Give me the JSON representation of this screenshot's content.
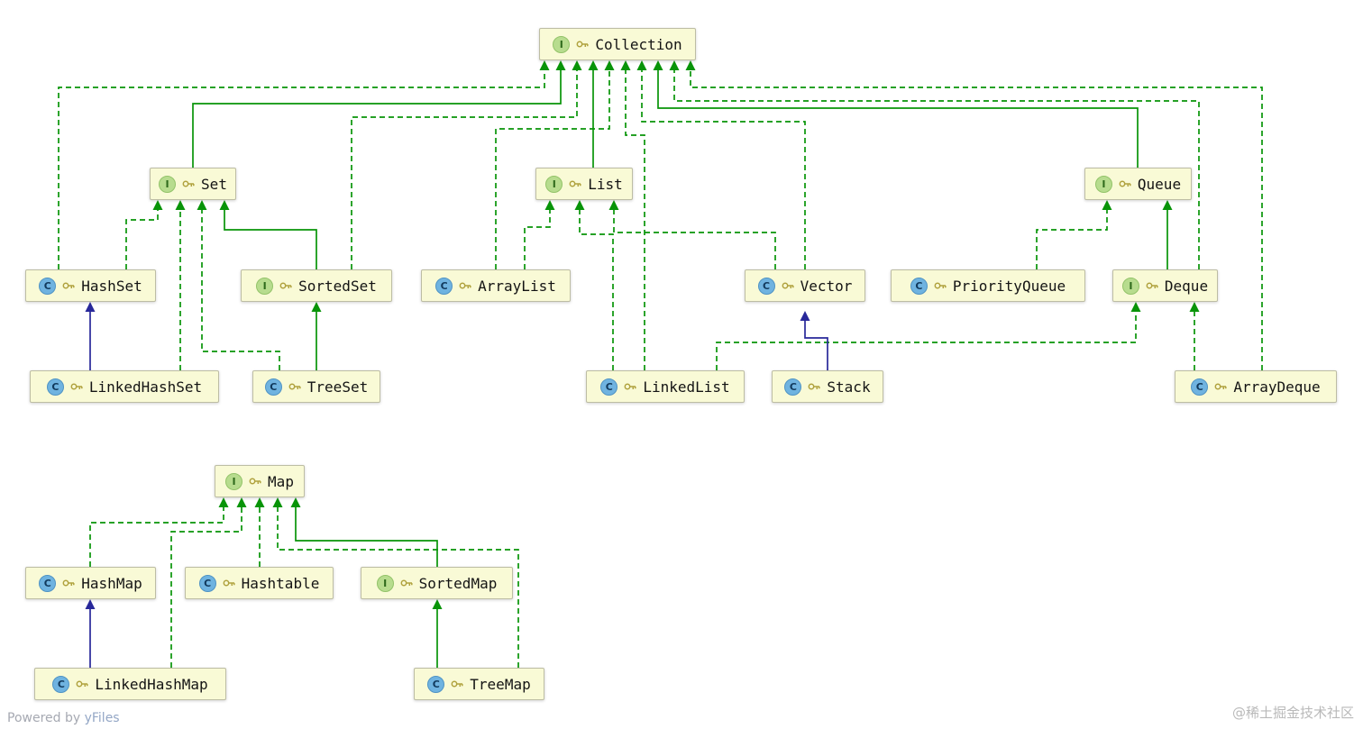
{
  "diagram": {
    "icon_letters": {
      "interface": "I",
      "class": "C"
    },
    "colors": {
      "edge_green": "#089408",
      "edge_blue": "#28289a",
      "node_bg": "#f9fad6",
      "node_border": "#bdbda4",
      "interface_icon_bg": "#b7dc8e",
      "class_icon_bg": "#6fb3e0",
      "key_icon": "#b0a23e"
    },
    "nodes": [
      {
        "id": "collection",
        "label": "Collection",
        "kind": "interface"
      },
      {
        "id": "set",
        "label": "Set",
        "kind": "interface"
      },
      {
        "id": "list",
        "label": "List",
        "kind": "interface"
      },
      {
        "id": "queue",
        "label": "Queue",
        "kind": "interface"
      },
      {
        "id": "hashset",
        "label": "HashSet",
        "kind": "class"
      },
      {
        "id": "sortedset",
        "label": "SortedSet",
        "kind": "interface"
      },
      {
        "id": "arraylist",
        "label": "ArrayList",
        "kind": "class"
      },
      {
        "id": "vector",
        "label": "Vector",
        "kind": "class"
      },
      {
        "id": "priorityqueue",
        "label": "PriorityQueue",
        "kind": "class"
      },
      {
        "id": "deque",
        "label": "Deque",
        "kind": "interface"
      },
      {
        "id": "linkedhashset",
        "label": "LinkedHashSet",
        "kind": "class"
      },
      {
        "id": "treeset",
        "label": "TreeSet",
        "kind": "class"
      },
      {
        "id": "linkedlist",
        "label": "LinkedList",
        "kind": "class"
      },
      {
        "id": "stack",
        "label": "Stack",
        "kind": "class"
      },
      {
        "id": "arraydeque",
        "label": "ArrayDeque",
        "kind": "class"
      },
      {
        "id": "map",
        "label": "Map",
        "kind": "interface"
      },
      {
        "id": "hashmap",
        "label": "HashMap",
        "kind": "class"
      },
      {
        "id": "hashtable",
        "label": "Hashtable",
        "kind": "class"
      },
      {
        "id": "sortedmap",
        "label": "SortedMap",
        "kind": "interface"
      },
      {
        "id": "linkedhashmap",
        "label": "LinkedHashMap",
        "kind": "class"
      },
      {
        "id": "treemap",
        "label": "TreeMap",
        "kind": "class"
      }
    ],
    "edges": [
      {
        "from": "hashset",
        "to": "collection",
        "relation": "implements",
        "line": "dashed-green"
      },
      {
        "from": "set",
        "to": "collection",
        "relation": "extends",
        "line": "solid-green"
      },
      {
        "from": "sortedset",
        "to": "collection",
        "relation": "implements",
        "line": "dashed-green"
      },
      {
        "from": "list",
        "to": "collection",
        "relation": "extends",
        "line": "solid-green"
      },
      {
        "from": "arraylist",
        "to": "collection",
        "relation": "implements",
        "line": "dashed-green"
      },
      {
        "from": "linkedlist",
        "to": "collection",
        "relation": "implements",
        "line": "dashed-green"
      },
      {
        "from": "vector",
        "to": "collection",
        "relation": "implements",
        "line": "dashed-green"
      },
      {
        "from": "queue",
        "to": "collection",
        "relation": "extends",
        "line": "solid-green"
      },
      {
        "from": "deque",
        "to": "collection",
        "relation": "implements",
        "line": "dashed-green"
      },
      {
        "from": "arraydeque",
        "to": "collection",
        "relation": "implements",
        "line": "dashed-green"
      },
      {
        "from": "hashset",
        "to": "set",
        "relation": "implements",
        "line": "dashed-green"
      },
      {
        "from": "linkedhashset",
        "to": "set",
        "relation": "implements",
        "line": "dashed-green"
      },
      {
        "from": "treeset",
        "to": "set",
        "relation": "implements",
        "line": "dashed-green"
      },
      {
        "from": "sortedset",
        "to": "set",
        "relation": "extends",
        "line": "solid-green"
      },
      {
        "from": "linkedhashset",
        "to": "hashset",
        "relation": "extends",
        "line": "solid-blue"
      },
      {
        "from": "treeset",
        "to": "sortedset",
        "relation": "implements",
        "line": "solid-green"
      },
      {
        "from": "arraylist",
        "to": "list",
        "relation": "implements",
        "line": "dashed-green"
      },
      {
        "from": "linkedlist",
        "to": "list",
        "relation": "implements",
        "line": "dashed-green"
      },
      {
        "from": "vector",
        "to": "list",
        "relation": "implements",
        "line": "dashed-green"
      },
      {
        "from": "priorityqueue",
        "to": "queue",
        "relation": "implements",
        "line": "dashed-green"
      },
      {
        "from": "deque",
        "to": "queue",
        "relation": "extends",
        "line": "solid-green"
      },
      {
        "from": "linkedlist",
        "to": "deque",
        "relation": "implements",
        "line": "dashed-green"
      },
      {
        "from": "arraydeque",
        "to": "deque",
        "relation": "implements",
        "line": "dashed-green"
      },
      {
        "from": "stack",
        "to": "vector",
        "relation": "extends",
        "line": "solid-blue"
      },
      {
        "from": "hashmap",
        "to": "map",
        "relation": "implements",
        "line": "dashed-green"
      },
      {
        "from": "linkedhashmap",
        "to": "map",
        "relation": "implements",
        "line": "dashed-green"
      },
      {
        "from": "hashtable",
        "to": "map",
        "relation": "implements",
        "line": "dashed-green"
      },
      {
        "from": "sortedmap",
        "to": "map",
        "relation": "extends",
        "line": "solid-green"
      },
      {
        "from": "treemap",
        "to": "map",
        "relation": "implements",
        "line": "dashed-green"
      },
      {
        "from": "linkedhashmap",
        "to": "hashmap",
        "relation": "extends",
        "line": "solid-blue"
      },
      {
        "from": "treemap",
        "to": "sortedmap",
        "relation": "implements",
        "line": "solid-green"
      }
    ]
  },
  "footer": {
    "powered_prefix": "Powered by ",
    "powered_link": "yFiles",
    "watermark": "@稀土掘金技术社区"
  }
}
